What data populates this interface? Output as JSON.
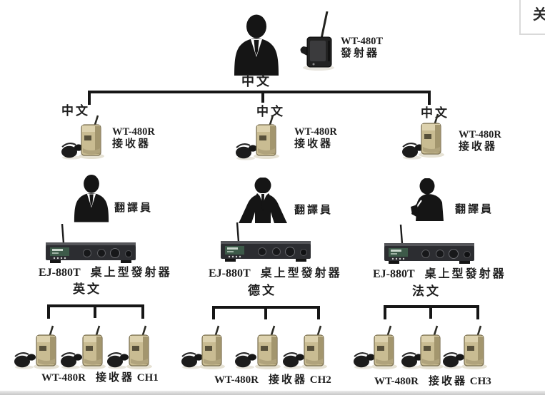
{
  "title": "Wireless interpretation system diagram",
  "colors": {
    "line": "#161616",
    "text": "#1f1f1f",
    "pack_body": "#c9bc92",
    "pack_shade": "#a3966e",
    "pack_light": "#ddd2ae",
    "device_body": "#2c2d31",
    "device_panel_green": "#3d5a49",
    "corner_line": "#d9d9d9"
  },
  "top": {
    "speaker_language": "中文",
    "transmitter_model": "WT-480T",
    "transmitter_type": "發射器"
  },
  "branches": [
    {
      "input_language": "中文",
      "receiver_model": "WT-480R",
      "receiver_type": "接收器",
      "translator": "翻譯員",
      "desktop_model": "EJ-880T",
      "desktop_type": "桌上型發射器",
      "output_language": "英文",
      "audience_model": "WT-480R",
      "audience_type": "接收器",
      "audience_channel": "CH1"
    },
    {
      "input_language": "中文",
      "receiver_model": "WT-480R",
      "receiver_type": "接收器",
      "translator": "翻譯員",
      "desktop_model": "EJ-880T",
      "desktop_type": "桌上型發射器",
      "output_language": "德文",
      "audience_model": "WT-480R",
      "audience_type": "接收器",
      "audience_channel": "CH2"
    },
    {
      "input_language": "中文",
      "receiver_model": "WT-480R",
      "receiver_type": "接收器",
      "translator": "翻譯員",
      "desktop_model": "EJ-880T",
      "desktop_type": "桌上型發射器",
      "output_language": "法文",
      "audience_model": "WT-480R",
      "audience_type": "接收器",
      "audience_channel": "CH3"
    }
  ],
  "corner_fragment": "关"
}
